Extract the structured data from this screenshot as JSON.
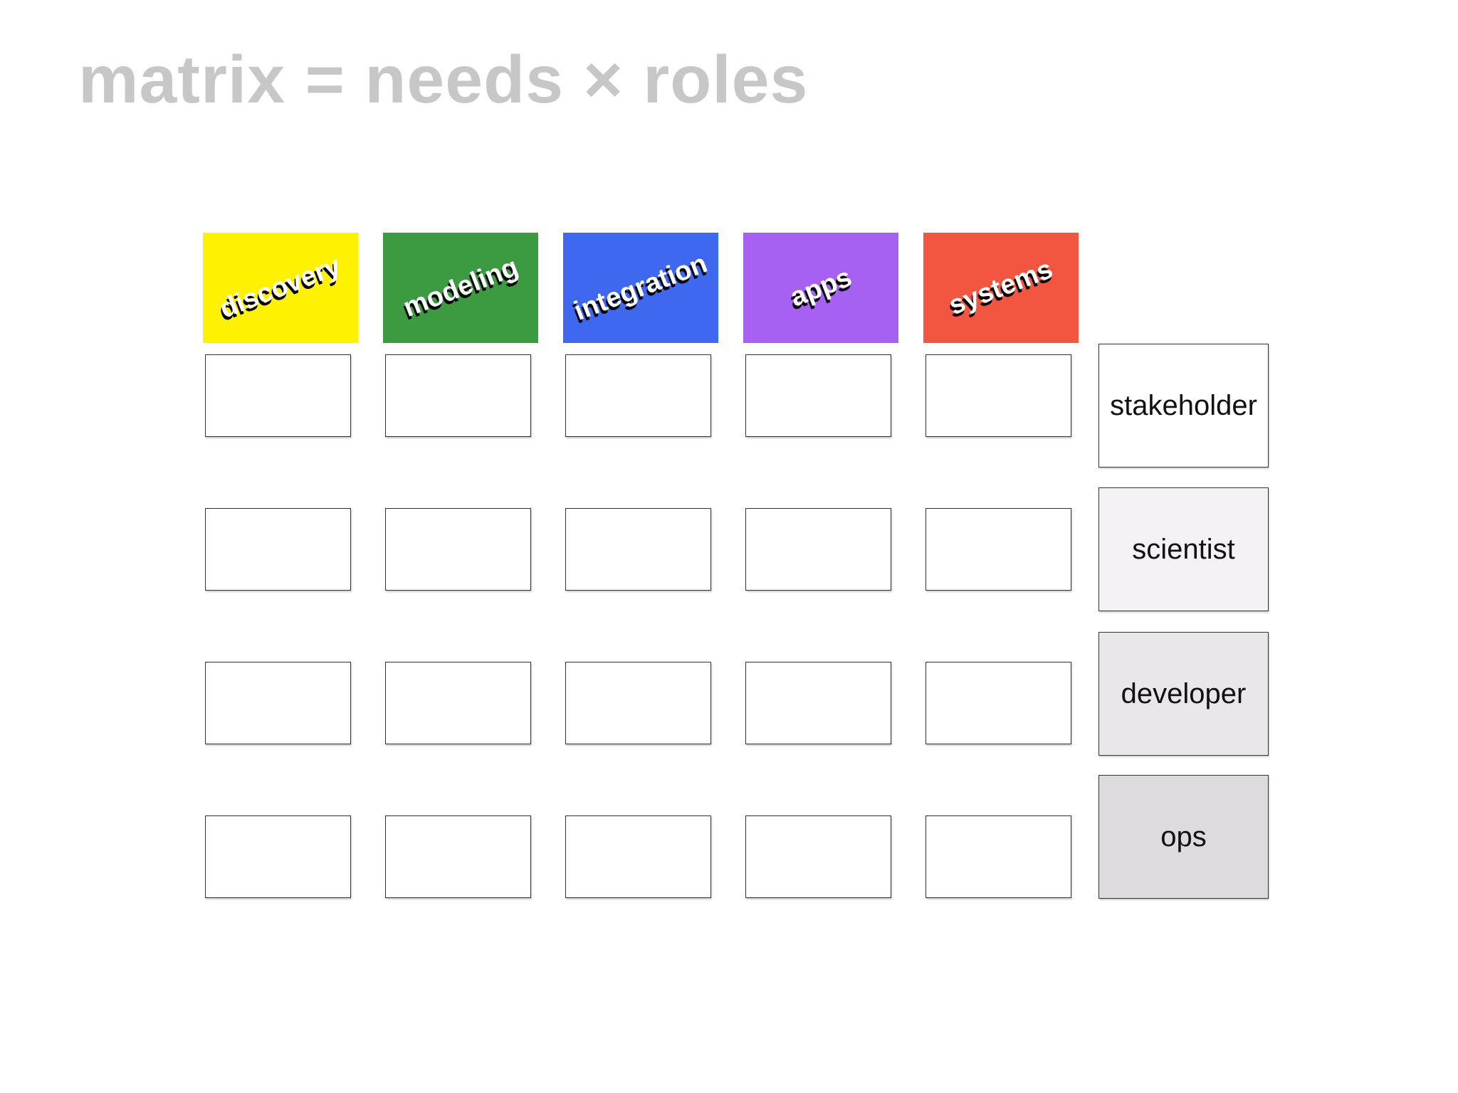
{
  "slide": {
    "title": "matrix = needs × roles",
    "title_color": "#C7C7C7",
    "background": "#FFFFFF"
  },
  "needs": [
    {
      "label": "discovery",
      "color": "#FFF200"
    },
    {
      "label": "modeling",
      "color": "#3C9B40"
    },
    {
      "label": "integration",
      "color": "#3E68EF"
    },
    {
      "label": "apps",
      "color": "#A761F2"
    },
    {
      "label": "systems",
      "color": "#F25540"
    }
  ],
  "roles": [
    {
      "label": "stakeholder",
      "color": "#FFFFFF"
    },
    {
      "label": "scientist",
      "color": "#F4F2F4"
    },
    {
      "label": "developer",
      "color": "#E9E7E9"
    },
    {
      "label": "ops",
      "color": "#DDDBDD"
    }
  ],
  "matrix": {
    "rows": 4,
    "cols": 5,
    "cell_fill": "#FFFFFF",
    "cell_border": "#333333"
  }
}
